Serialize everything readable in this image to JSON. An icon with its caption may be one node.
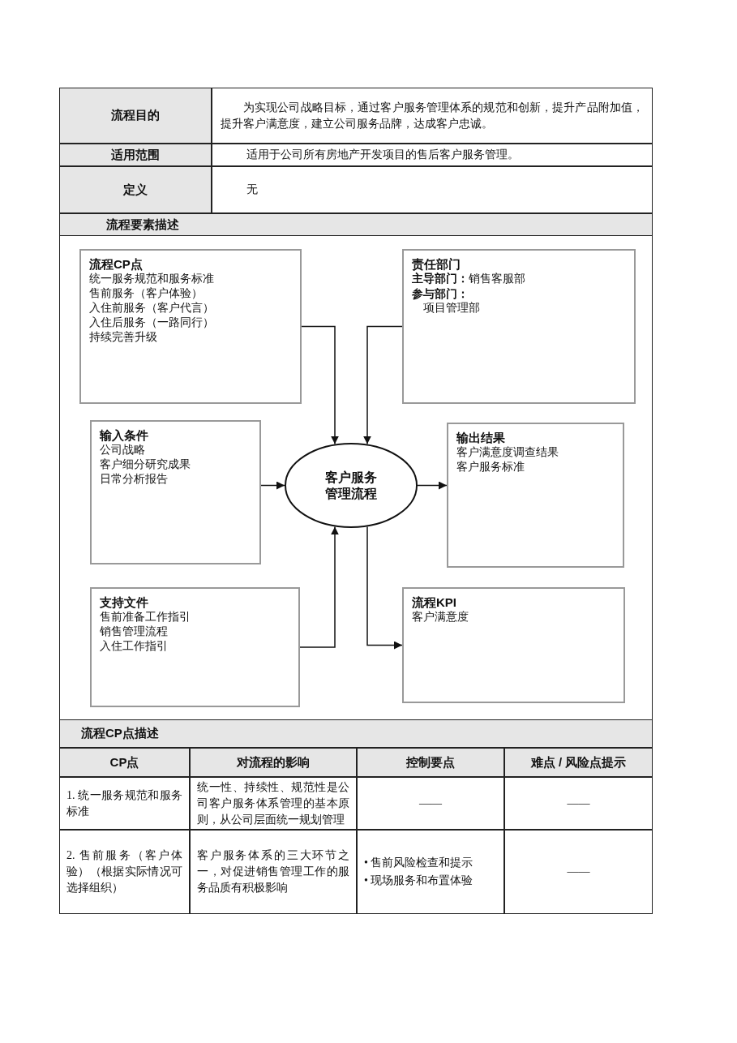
{
  "diagram": {
    "nodes": [
      {
        "text": [
          "流程CP点",
          "统一服务规范和服务标准",
          "售前服务（客户体验）",
          "入住前服务（客户代言）",
          "入住后服务（一路同行）",
          "持续完善升级"
        ]
      },
      {
        "text": [
          "责任部门",
          "**主导部门：**销售客服部",
          "参与部门：",
          "项目管理部"
        ]
      },
      {
        "text": [
          "输入条件",
          "公司战略",
          "客户细分研究成果",
          "日常分析报告"
        ]
      },
      {
        "text": [
          "客户服务管理流程"
        ]
      },
      {
        "text": [
          "输出结果",
          "客户满意度调查结果",
          "客户服务标准"
        ]
      },
      {
        "text": [
          "支持文件",
          "售前准备工作指引",
          "销售管理流程",
          "入住工作指引"
        ]
      },
      {
        "text": [
          "流程KPI",
          "客户满意度"
        ]
      }
    ],
    "edges": [
      {
        "from": 0,
        "to": 3,
        "arrow": "to"
      },
      {
        "from": 1,
        "to": 3,
        "arrow": "to"
      },
      {
        "from": 2,
        "to": 3,
        "arrow": "to"
      },
      {
        "from": 3,
        "to": 4,
        "arrow": "to"
      },
      {
        "from": 5,
        "to": 3,
        "arrow": "to"
      },
      {
        "from": 3,
        "to": 6,
        "arrow": "to"
      }
    ],
    "labels": [
      "流程目的",
      "为实现公司战略目标，通过客户服务管理体系的规范和创新，提升产品附加值，提升客户满意度，建立公司服务品牌，达成客户忠诚。",
      "适用范围",
      "适用于公司所有房地产开发项目的售后客户服务管理。",
      "定义",
      "无",
      "流程要素描述",
      "流程CP点描述",
      "CP点",
      "对流程的影响",
      "控制要点",
      "难点 / 风险点提示",
      "1. 统一服务规范和服务标准",
      "统一性、持续性、规范性是公司客户服务体系管理的基本原则，从公司层面统一规划管理",
      "——",
      "——",
      "2. 售前服务（客户体验）（根据实际情况可选择组织）",
      "客户服务体系的三大环节之一，对促进销售管理工作的服务品质有积极影响",
      "• 售前风险检查和提示",
      "• 现场服务和布置体验",
      "——"
    ]
  }
}
